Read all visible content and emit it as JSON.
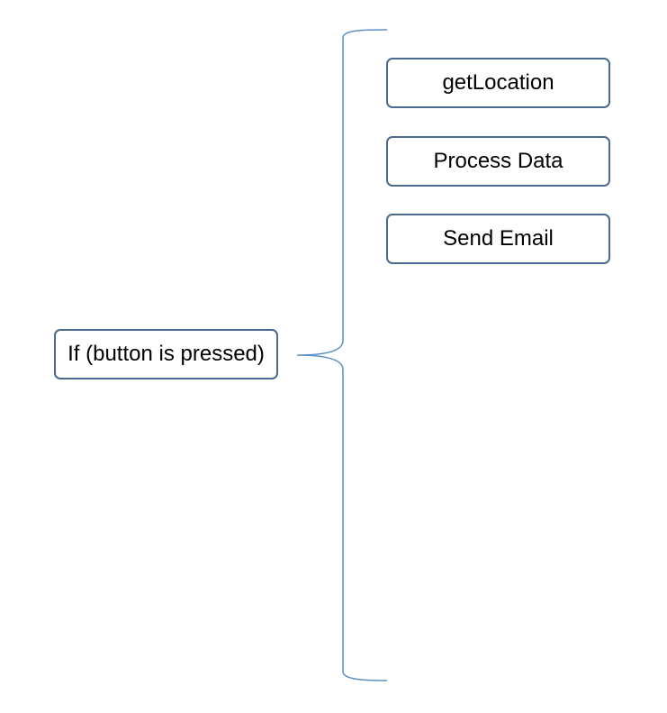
{
  "diagram": {
    "condition": {
      "label": "If (button is pressed)"
    },
    "steps": [
      {
        "label": "getLocation"
      },
      {
        "label": "Process Data"
      },
      {
        "label": "Send Email"
      }
    ]
  },
  "colors": {
    "box_border": "#4a6a8e",
    "brace_stroke": "#5b8fc7",
    "text": "#000000",
    "background": "#ffffff"
  }
}
